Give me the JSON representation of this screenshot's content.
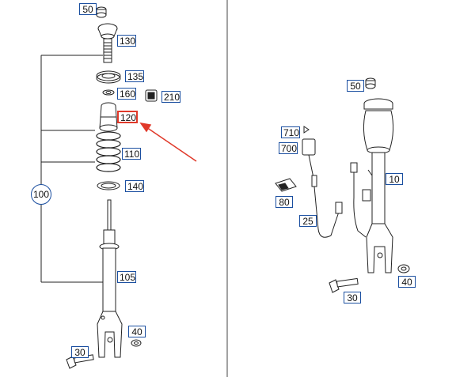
{
  "left_assembly": {
    "labels": [
      "50",
      "130",
      "135",
      "160",
      "210",
      "120",
      "110",
      "140",
      "105",
      "40",
      "30"
    ],
    "group_label": "100",
    "highlighted": "120",
    "highlight_color": "#e0392a"
  },
  "right_assembly": {
    "labels": [
      "50",
      "710",
      "700",
      "10",
      "80",
      "25",
      "40",
      "30"
    ]
  },
  "colors": {
    "label_border": "#1b4fa0",
    "line": "#222222",
    "arrow": "#e0392a"
  }
}
